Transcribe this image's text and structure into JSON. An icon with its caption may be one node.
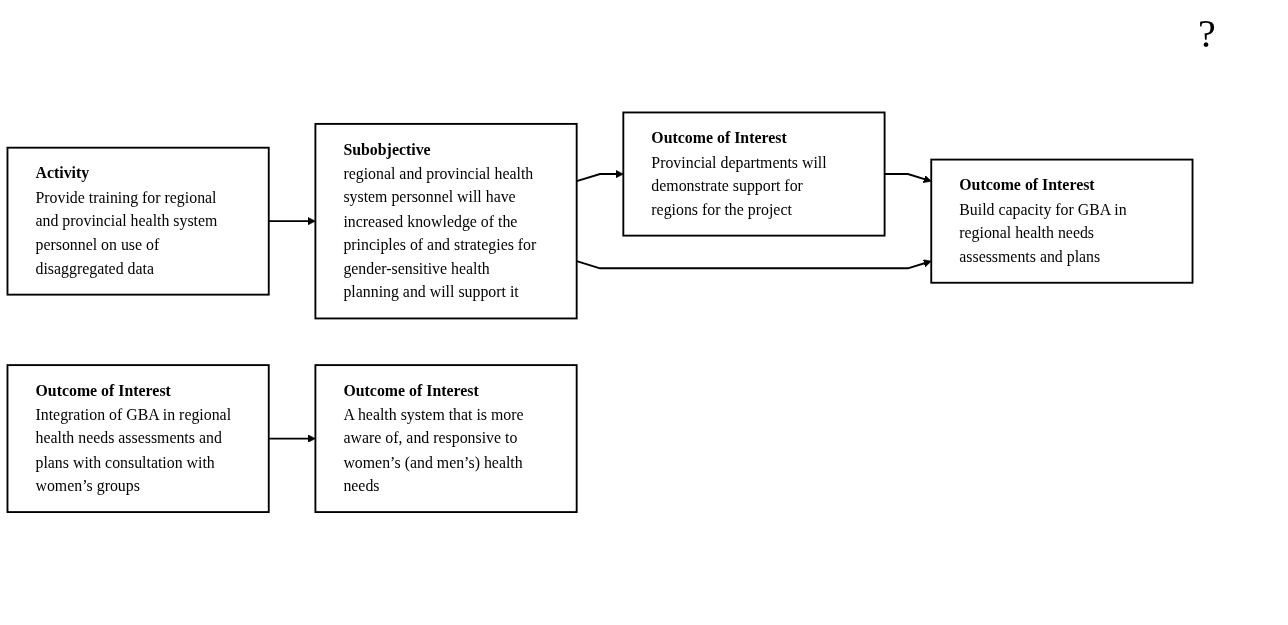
{
  "diagram": {
    "nodes": [
      {
        "text": [
          "Activity",
          "Provide training for regional and provincial health system personnel on use of disaggregated data"
        ]
      },
      {
        "text": [
          "Outcome of Interest",
          "Provincial departments will demonstrate support for regions for the project"
        ]
      },
      {
        "text": [
          "Subobjective",
          "regional and provincial health system personnel will have increased knowledge of the principles of and strategies for gender-sensitive health planning and will support it"
        ]
      },
      {
        "text": [
          "Outcome of Interest",
          "Build capacity for GBA in regional health needs assessments and plans"
        ]
      },
      {
        "text": [
          "Outcome of Interest",
          "Integration of GBA in regional health needs assessments and plans with consultation with women’s groups"
        ]
      },
      {
        "text": [
          "Outcome of Interest",
          "A health system that is more aware of, and responsive to women’s (and men’s) health needs"
        ]
      }
    ],
    "edges": [
      {
        "from": 0,
        "to": 2,
        "arrow": "to"
      },
      {
        "from": 2,
        "to": 1,
        "arrow": "to"
      },
      {
        "from": 1,
        "to": 3,
        "arrow": "to"
      },
      {
        "from": 2,
        "to": 3,
        "arrow": "to"
      },
      {
        "from": 4,
        "to": 5,
        "arrow": "to"
      }
    ],
    "labels": [
      "?"
    ]
  }
}
